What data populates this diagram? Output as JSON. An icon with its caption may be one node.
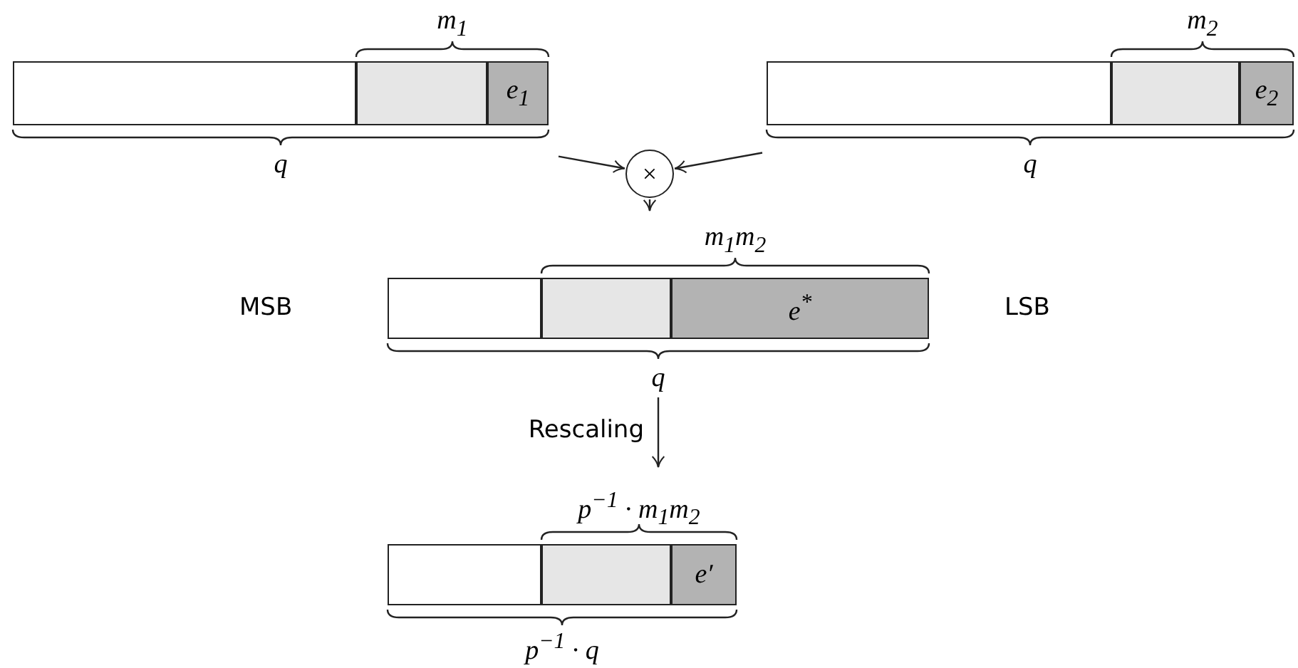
{
  "diagram": {
    "nodes": [
      {
        "text": [],
        "shape": "bar",
        "beside": [
          "m$_{1}$",
          "q"
        ]
      },
      {
        "text": [],
        "shape": "box",
        "in": 0
      },
      {
        "text": [],
        "shape": "box",
        "in": 0
      },
      {
        "text": [
          "e$_{1}$"
        ],
        "in": 0
      },
      {
        "text": [],
        "shape": "bar",
        "beside": [
          "m$_{2}$",
          "q"
        ]
      },
      {
        "text": [],
        "shape": "box",
        "in": 4
      },
      {
        "text": [],
        "shape": "box",
        "in": 4
      },
      {
        "text": [
          "e$_{2}$"
        ],
        "in": 4
      },
      {
        "text": [
          "×"
        ]
      },
      {
        "text": [],
        "shape": "bar",
        "beside": [
          "m$_{1}$m$_{2}$",
          "q"
        ]
      },
      {
        "text": [],
        "shape": "box",
        "in": 9
      },
      {
        "text": [],
        "shape": "box",
        "in": 9
      },
      {
        "text": [
          "e$^{*}$"
        ],
        "in": 9
      },
      {
        "text": [],
        "shape": "bar",
        "beside": [
          "p$^{−1}$ · m$_{1}$m$_{2}$",
          "p$^{−1}$ · q"
        ]
      },
      {
        "text": [],
        "shape": "box",
        "in": 13
      },
      {
        "text": [],
        "shape": "box",
        "in": 13
      },
      {
        "text": [
          "e′"
        ],
        "in": 13
      }
    ],
    "edges": [
      {
        "from": 0,
        "to": 8,
        "arrow": "to"
      },
      {
        "from": 4,
        "to": 8,
        "arrow": "to"
      },
      {
        "from": 8,
        "to": 9,
        "arrow": "to"
      },
      {
        "from": 9,
        "to": 13,
        "arrow": "to",
        "label": "Rescaling"
      }
    ],
    "labels": [
      "MSB",
      "LSB"
    ]
  }
}
